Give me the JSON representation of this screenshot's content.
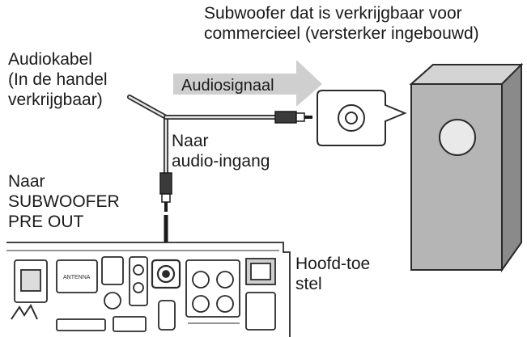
{
  "labels": {
    "subwoofer": [
      "Subwoofer dat is verkrijgbaar voor",
      "commercieel (versterker ingebouwd)"
    ],
    "audiokabel": [
      "Audiokabel",
      "(In de handel",
      "verkrijgbaar)"
    ],
    "audiosignaal": "Audiosignaal",
    "naar_audio_ingang": [
      "Naar",
      "audio-ingang"
    ],
    "naar_subwoofer_pre_out": [
      "Naar",
      "SUBWOOFER",
      "PRE OUT"
    ],
    "hoofdtoestel": [
      "Hoofd-toe",
      "stel"
    ]
  },
  "colors": {
    "line": "#2b2b2b",
    "arrow_fill": "#cfcfcf",
    "cabinet": "#b5b5b5",
    "cabinet_dark": "#8a8a8a",
    "woofer": "#e9e9e9"
  }
}
